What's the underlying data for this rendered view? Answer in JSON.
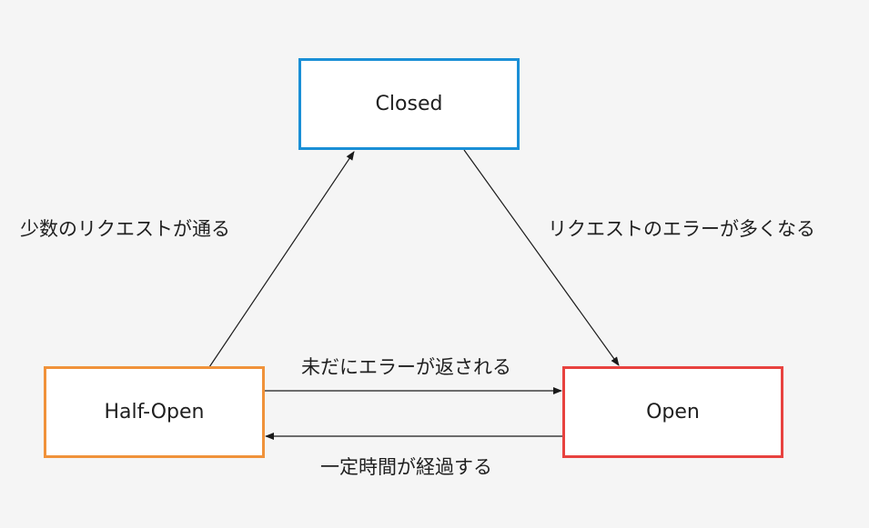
{
  "states": {
    "closed": {
      "label": "Closed",
      "color": "#1a8fd6"
    },
    "half_open": {
      "label": "Half-Open",
      "color": "#f0923a"
    },
    "open": {
      "label": "Open",
      "color": "#e8423f"
    }
  },
  "transitions": {
    "half_open_to_closed": "少数のリクエストが通る",
    "closed_to_open": "リクエストのエラーが多くなる",
    "half_open_to_open": "未だにエラーが返される",
    "open_to_half_open": "一定時間が経過する"
  },
  "colors": {
    "background": "#f5f5f5",
    "arrow": "#1a1a1a"
  }
}
